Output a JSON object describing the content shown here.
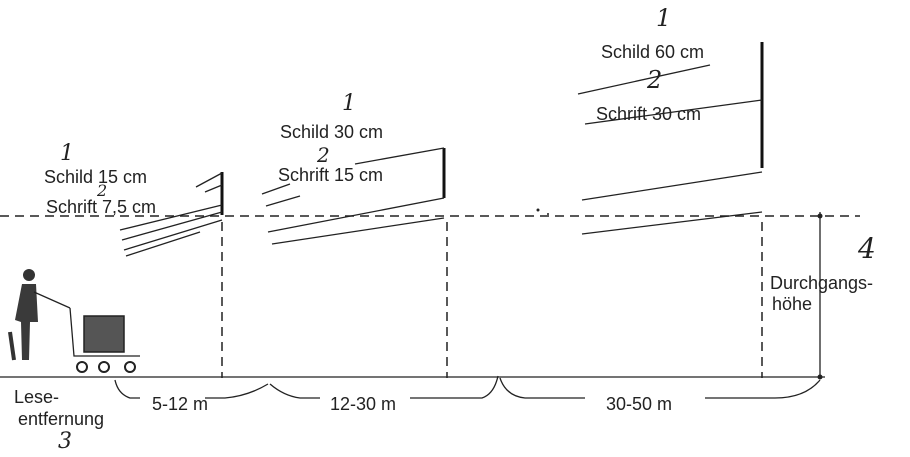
{
  "signs": [
    {
      "plate_label": "Schild 15 cm",
      "text_label": "Schrift 7,5 cm",
      "plate_num": "1",
      "text_num": "2"
    },
    {
      "plate_label": "Schild  30 cm",
      "text_label": "Schrift 15 cm",
      "plate_num": "1",
      "text_num": "2"
    },
    {
      "plate_label": "Schild  60 cm",
      "text_label": "Schrift 30 cm",
      "plate_num": "1",
      "text_num": "2"
    }
  ],
  "distances": [
    "5-12 m",
    "12-30 m",
    "30-50 m"
  ],
  "reading_distance": {
    "line1": "Lese-",
    "line2": "entfernung",
    "num": "3"
  },
  "clearance": {
    "line1": "Durchgangs-",
    "line2": "höhe",
    "num": "4"
  }
}
